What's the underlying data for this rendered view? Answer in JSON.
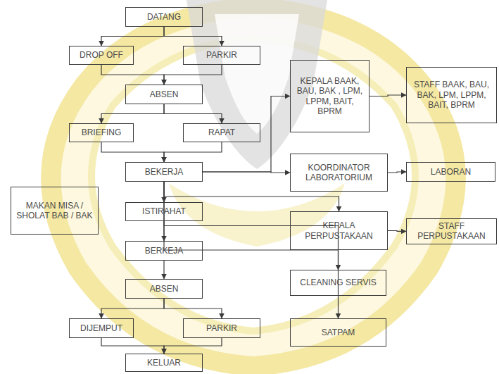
{
  "diagram": {
    "nodes": [
      {
        "text": [
          "DATANG"
        ]
      },
      {
        "text": [
          "DROP OFF"
        ]
      },
      {
        "text": [
          "PARKIR"
        ]
      },
      {
        "text": [
          "ABSEN"
        ]
      },
      {
        "text": [
          "BRIEFING"
        ]
      },
      {
        "text": [
          "RAPAT"
        ]
      },
      {
        "text": [
          "BEKERJA"
        ]
      },
      {
        "text": [
          "ISTIRAHAT"
        ]
      },
      {
        "text": [
          "BERKEJA"
        ]
      },
      {
        "text": [
          "ABSEN"
        ]
      },
      {
        "text": [
          "DIJEMPUT"
        ]
      },
      {
        "text": [
          "PARKIR"
        ]
      },
      {
        "text": [
          "KELUAR"
        ]
      },
      {
        "text": [
          "MAKAN MISA / SHOLAT BAB / BAK"
        ]
      },
      {
        "text": [
          "KEPALA BAAK, BAU, BAK , LPM, LPPM, BAIT, BPRM"
        ]
      },
      {
        "text": [
          "STAFF BAAK, BAU, BAK, LPM, LPPM, BAIT, BPRM"
        ]
      },
      {
        "text": [
          "KOORDINATOR LABORATORIUM"
        ]
      },
      {
        "text": [
          "LABORAN"
        ]
      },
      {
        "text": [
          "KEPALA PERPUSTAKAAN"
        ]
      },
      {
        "text": [
          "STAFF PERPUSTAKAAN"
        ]
      },
      {
        "text": [
          "CLEANING SERVIS"
        ]
      },
      {
        "text": [
          "SATPAM"
        ]
      }
    ],
    "edges": [
      {
        "from": 0,
        "to": 1,
        "arrow": "to"
      },
      {
        "from": 0,
        "to": 2,
        "arrow": "to"
      },
      {
        "from": 1,
        "to": 3,
        "arrow": "to"
      },
      {
        "from": 2,
        "to": 3,
        "arrow": "to"
      },
      {
        "from": 3,
        "to": 4,
        "arrow": "to"
      },
      {
        "from": 3,
        "to": 5,
        "arrow": "to"
      },
      {
        "from": 4,
        "to": 6,
        "arrow": "to"
      },
      {
        "from": 5,
        "to": 6,
        "arrow": "to"
      },
      {
        "from": 6,
        "to": 7,
        "arrow": "to"
      },
      {
        "from": 7,
        "to": 8,
        "arrow": "to"
      },
      {
        "from": 8,
        "to": 9,
        "arrow": "to"
      },
      {
        "from": 9,
        "to": 10,
        "arrow": "to"
      },
      {
        "from": 9,
        "to": 11,
        "arrow": "to"
      },
      {
        "from": 10,
        "to": 12,
        "arrow": "to"
      },
      {
        "from": 11,
        "to": 12,
        "arrow": "to"
      },
      {
        "from": 6,
        "to": 14,
        "arrow": "to"
      },
      {
        "from": 6,
        "to": 16,
        "arrow": "to"
      },
      {
        "from": 6,
        "to": 18,
        "arrow": "to"
      },
      {
        "from": 6,
        "to": 20,
        "arrow": "to"
      },
      {
        "from": 6,
        "to": 21,
        "arrow": "to"
      },
      {
        "from": 14,
        "to": 15,
        "arrow": "to"
      },
      {
        "from": 16,
        "to": 17,
        "arrow": "to"
      },
      {
        "from": 18,
        "to": 19,
        "arrow": "to"
      }
    ]
  }
}
